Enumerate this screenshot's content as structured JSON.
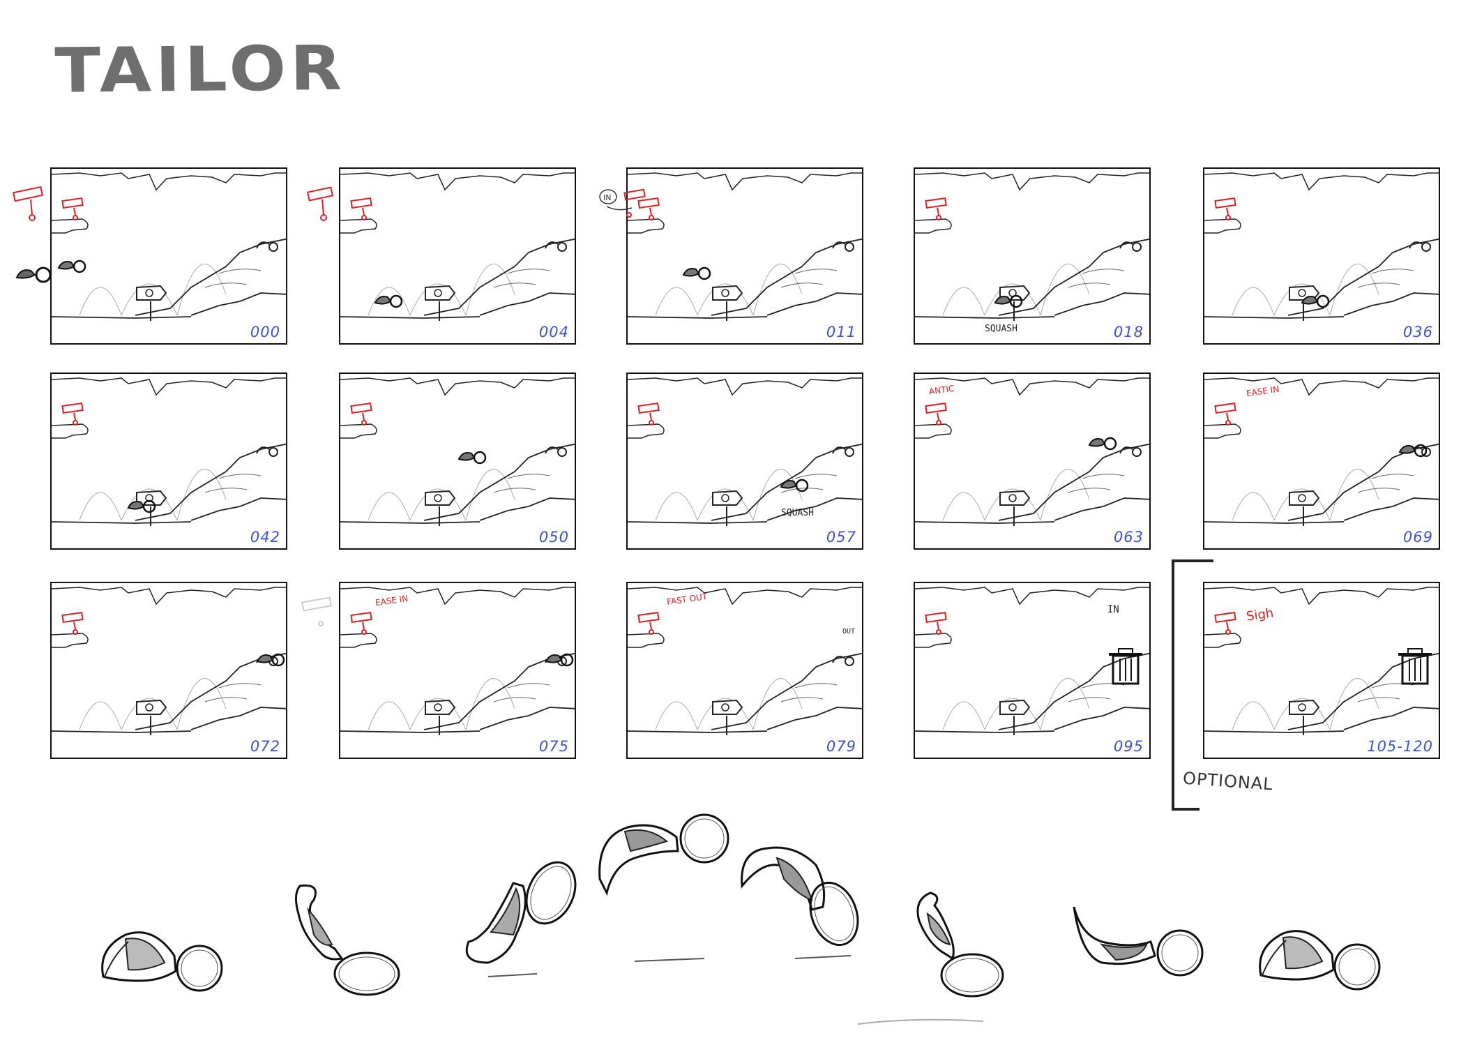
{
  "title": "TAILOR",
  "panels": [
    {
      "frame": "000",
      "icon": "in-marker",
      "note": "",
      "red_note": ""
    },
    {
      "frame": "004",
      "note": "",
      "red_note": ""
    },
    {
      "frame": "011",
      "note": "",
      "red_note": ""
    },
    {
      "frame": "018",
      "note": "SQUASH",
      "red_note": ""
    },
    {
      "frame": "036",
      "note": "",
      "red_note": ""
    },
    {
      "frame": "042",
      "note": "",
      "red_note": ""
    },
    {
      "frame": "050",
      "note": "",
      "red_note": ""
    },
    {
      "frame": "057",
      "note": "SQUASH",
      "red_note": ""
    },
    {
      "frame": "063",
      "note": "",
      "red_note": "ANTIC"
    },
    {
      "frame": "069",
      "note": "",
      "red_note": "EASE IN"
    },
    {
      "frame": "072",
      "note": "",
      "red_note": ""
    },
    {
      "frame": "075",
      "note": "",
      "red_note": "EASE IN"
    },
    {
      "frame": "079",
      "note": "",
      "red_note": "FAST OUT"
    },
    {
      "frame": "095",
      "note": "",
      "red_note": ""
    },
    {
      "frame": "105-120",
      "note": "",
      "red_note": "Sigh"
    }
  ],
  "optional_label": "OPTIONAL",
  "markers": {
    "in": "IN",
    "out": "OUT"
  },
  "colors": {
    "frame_number": "#3c52d0",
    "annotation_red": "#e02020",
    "title_gray": "#6e6e6e"
  }
}
